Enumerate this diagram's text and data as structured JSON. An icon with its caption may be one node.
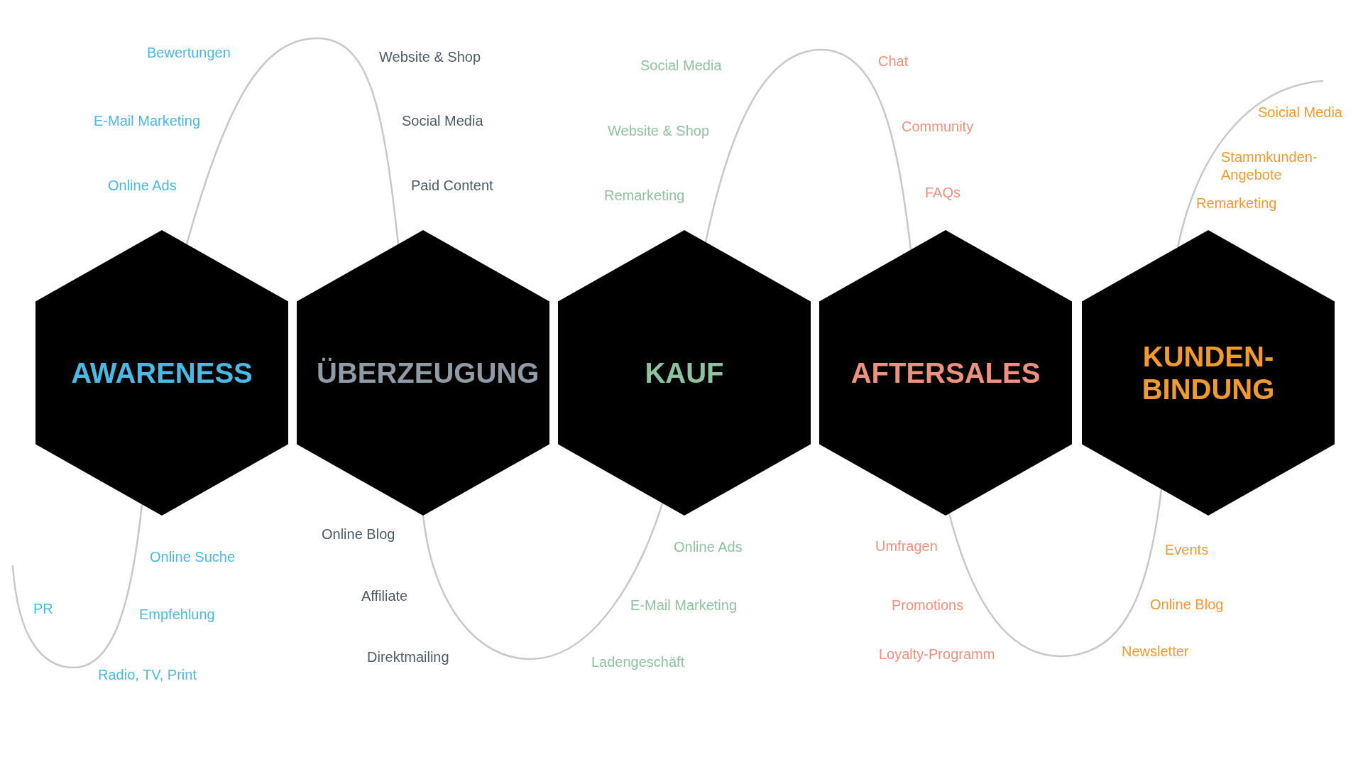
{
  "diagram": {
    "nodes": [
      {
        "text": [
          "AWARENESS"
        ],
        "beside": [
          "Bewertungen",
          "E-Mail Marketing",
          "Online Ads",
          "Online Suche",
          "Empfehlung",
          "Radio, TV, Print"
        ]
      },
      {
        "text": [
          "ÜBERZEUGUNG"
        ],
        "beside": [
          "Website & Shop",
          "Social Media",
          "Paid Content",
          "Online Blog",
          "Affiliate",
          "Direktmailing"
        ]
      },
      {
        "text": [
          "KAUF"
        ],
        "beside": [
          "Social Media",
          "Website & Shop",
          "Remarketing",
          "Online Ads",
          "E-Mail Marketing",
          "Ladengeschäft"
        ]
      },
      {
        "text": [
          "AFTERSALES"
        ],
        "beside": [
          "Chat",
          "Community",
          "FAQs",
          "Umfragen",
          "Promotions",
          "Loyalty-Programm"
        ]
      },
      {
        "text": [
          "KUNDEN- BINDUNG"
        ],
        "beside": [
          "Soicial Media",
          "Stammkunden- Angebote",
          "Remarketing",
          "Events",
          "Online Blog",
          "Newsletter"
        ]
      }
    ],
    "edges": [
      {
        "from": null,
        "to": 0,
        "arrow": "none"
      },
      {
        "from": 0,
        "to": 1,
        "arrow": "none"
      },
      {
        "from": 1,
        "to": 2,
        "arrow": "none"
      },
      {
        "from": 2,
        "to": 3,
        "arrow": "none"
      },
      {
        "from": 3,
        "to": 4,
        "arrow": "none"
      },
      {
        "from": 4,
        "to": null,
        "arrow": "none"
      }
    ],
    "labels": [
      "PR"
    ]
  }
}
